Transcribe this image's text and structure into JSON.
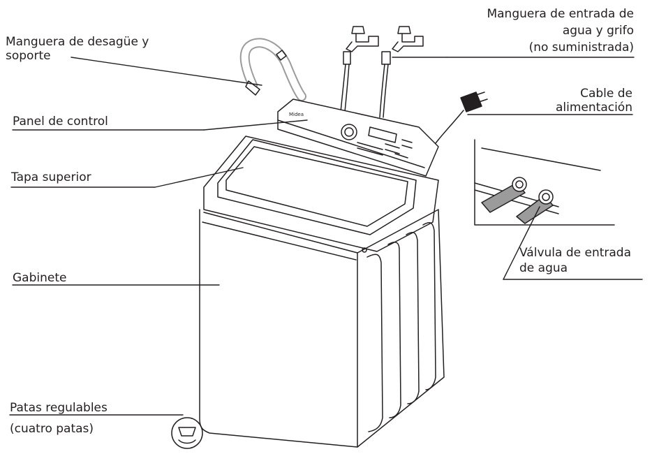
{
  "labels": {
    "drain_hose_1": "Manguera de desagüe y",
    "drain_hose_2": "soporte",
    "inlet_hose_1": "Manguera de entrada de",
    "inlet_hose_2": "agua y grifo",
    "inlet_hose_3": "(no suministrada)",
    "power_cord_1": "Cable de",
    "power_cord_2": "alimentación",
    "control_panel": "Panel de control",
    "top_lid": "Tapa superior",
    "cabinet": "Gabinete",
    "valve_1": "Válvula de entrada",
    "valve_2": "de agua",
    "feet_1": "Patas regulables",
    "feet_2": "(cuatro patas)"
  },
  "brand_mark": "Midea",
  "colors": {
    "line": "#231f20",
    "hose_gray": "#9b9b9b"
  }
}
